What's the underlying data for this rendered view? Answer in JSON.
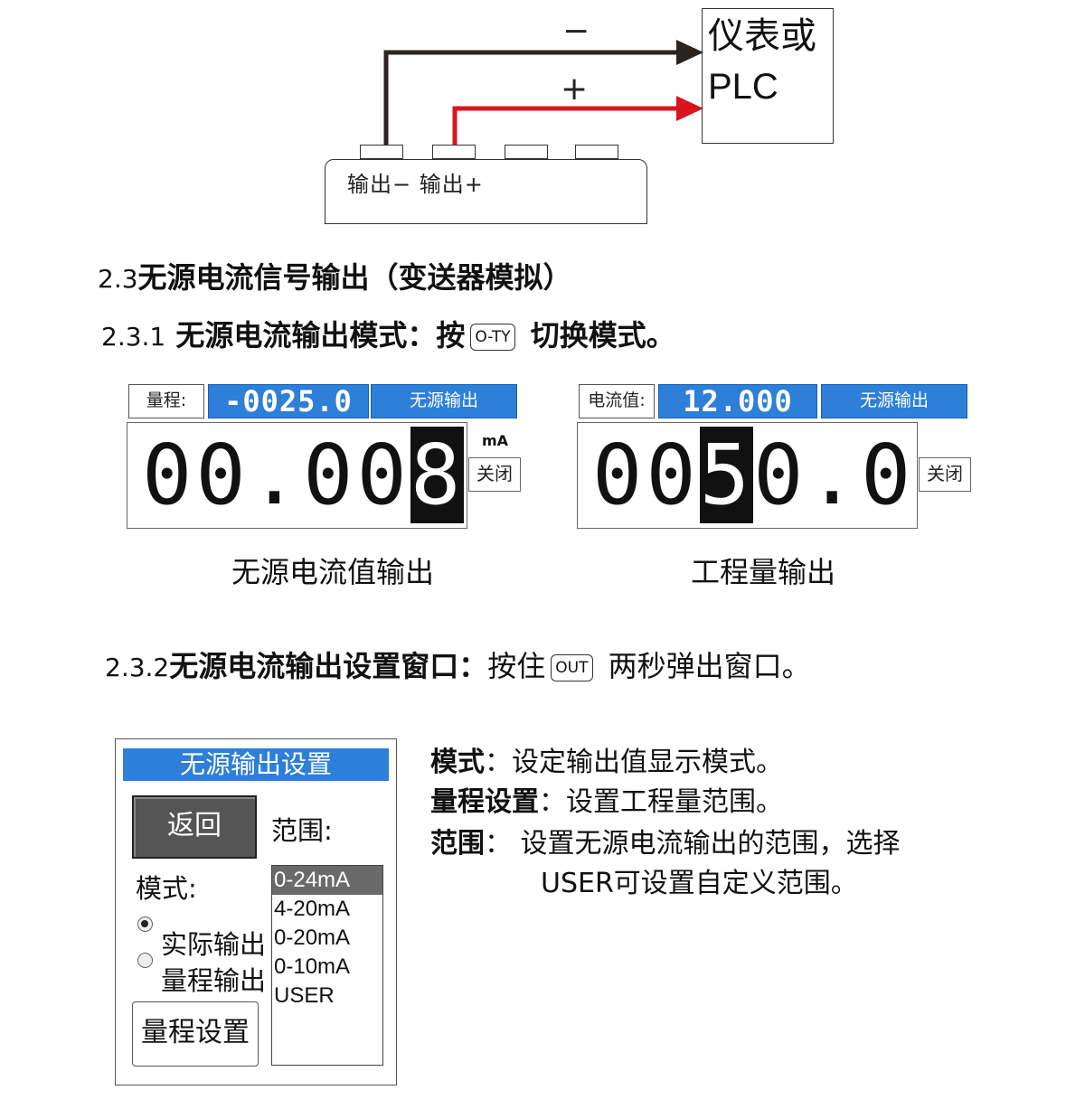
{
  "diagram": {
    "plc_label_line1": "仪表或",
    "plc_label_line2": "PLC",
    "minus_sign": "−",
    "plus_sign": "+",
    "terminal_labels": "输出−  输出+",
    "colors": {
      "negative_wire": "#2a2320",
      "positive_wire": "#d8151c"
    }
  },
  "section": {
    "num": "2.3",
    "title": "无源电流信号输出（变送器模拟）"
  },
  "sub1": {
    "num": "2.3.1",
    "title": "无源电流输出模式：按",
    "key": "O-TY",
    "suffix": "切换模式。"
  },
  "screen_left": {
    "label": "量程:",
    "value": "-0025.0",
    "mode": "无源输出",
    "digits_prefix": "00.00",
    "digits_highlight": "8",
    "unit": "mA",
    "button": "关闭",
    "caption": "无源电流值输出"
  },
  "screen_right": {
    "label": "电流值:",
    "value": "12.000",
    "mode": "无源输出",
    "digits_prefix": "00",
    "digits_highlight": "5",
    "digits_suffix": "0.0",
    "button": "关闭",
    "caption": "工程量输出"
  },
  "sub2": {
    "num": "2.3.2",
    "title": "无源电流输出设置窗口：",
    "press": "按住",
    "key": "OUT",
    "suffix": "两秒弹出窗口。"
  },
  "dialog": {
    "title": "无源输出设置",
    "back": "返回",
    "range_label": "范围:",
    "mode_label": "模式:",
    "radio_actual": "实际输出",
    "radio_range": "量程输出",
    "range_settings": "量程设置",
    "options": [
      "0-24mA",
      "4-20mA",
      "0-20mA",
      "0-10mA",
      "USER"
    ],
    "selected_option": "0-24mA"
  },
  "description": {
    "mode_term": "模式",
    "mode_text": "：设定输出值显示模式。",
    "range_set_term": "量程设置",
    "range_set_text": "：设置工程量范围。",
    "range_term": "范围",
    "range_text": "：  设置无源电流输出的范围，选择",
    "range_text2": "USER可设置自定义范围。"
  },
  "colors": {
    "accent_blue": "#2d7fd8"
  }
}
